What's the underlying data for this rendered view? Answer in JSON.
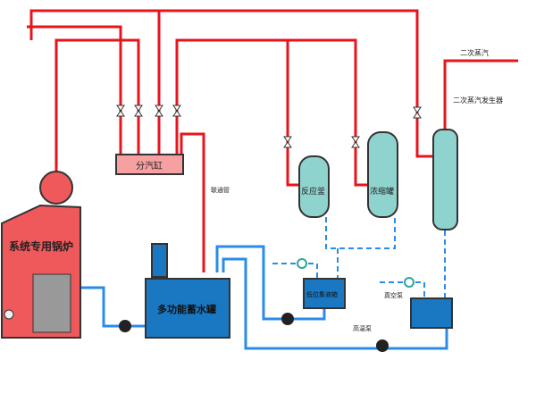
{
  "labels": {
    "boiler": "系统专用锅炉",
    "header": "分汽缸",
    "connecting_pipe": "联通管",
    "storage_tank": "多功能蓄水罐",
    "reactor": "反应釜",
    "concentrator": "浓缩罐",
    "secondary_generator": "二次蒸汽发生器",
    "secondary_steam": "二次蒸汽",
    "low_collector": "低位集液箱",
    "vacuum_pump": "真空泵",
    "high_temp_pump": "高温泵"
  },
  "colors": {
    "steam": "#e8141c",
    "water": "#2a8ce8",
    "tank": "#1a78c2",
    "vessel": "#8fd3cf",
    "boiler": "#f0595c"
  }
}
